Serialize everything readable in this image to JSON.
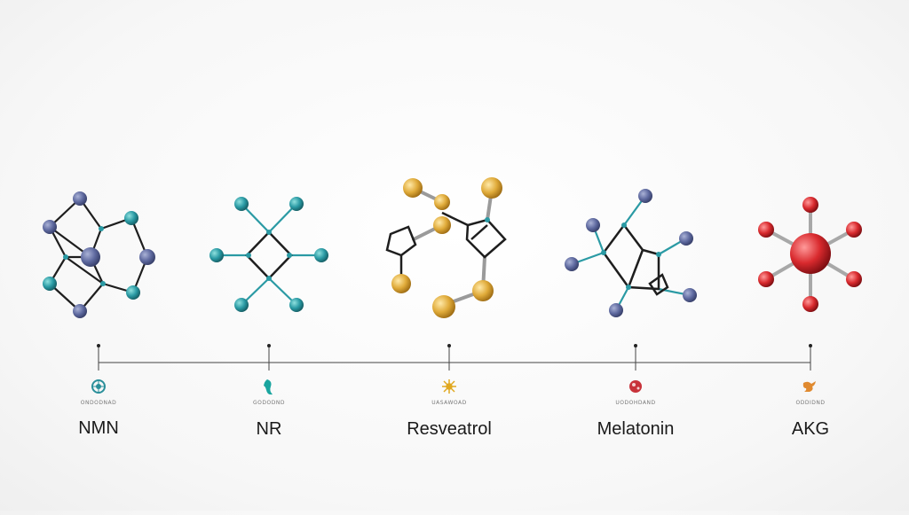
{
  "items": [
    {
      "name": "NMN",
      "caption": "ONDODNAD",
      "color": "#2a8f9a",
      "icon": "molecule-circle-icon"
    },
    {
      "name": "NR",
      "caption": "GODODND",
      "color": "#1aa59f",
      "icon": "seahorse-icon"
    },
    {
      "name": "Resveatrol",
      "caption": "UASAWOAD",
      "color": "#e0a820",
      "icon": "sun-burst-icon"
    },
    {
      "name": "Melatonin",
      "caption": "UODOHDAND",
      "color": "#c8323a",
      "icon": "flower-icon"
    },
    {
      "name": "AKG",
      "caption": "ODDIDND",
      "color": "#e08a30",
      "icon": "bird-icon"
    }
  ]
}
